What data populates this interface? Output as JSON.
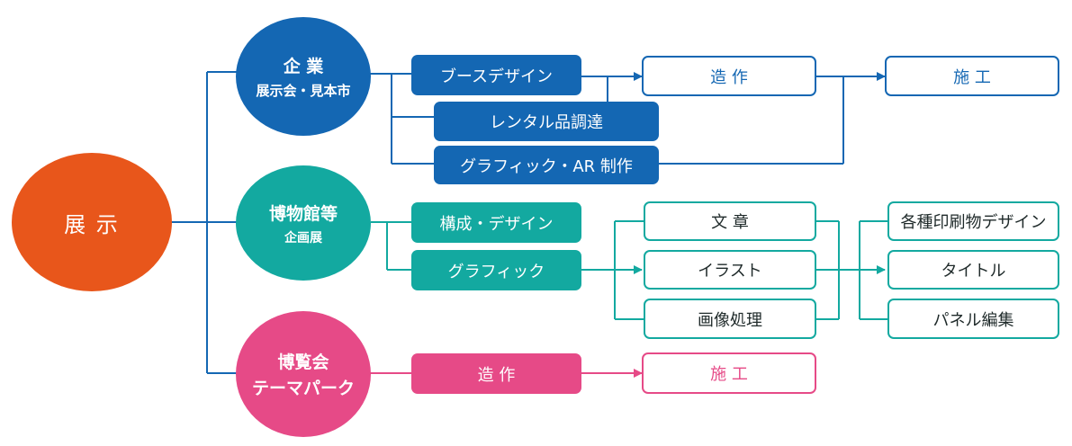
{
  "root": {
    "label": "展 示"
  },
  "categories": {
    "corporate": {
      "title": "企 業",
      "subtitle": "展示会・見本市"
    },
    "museum": {
      "title": "博物館等",
      "subtitle": "企画展"
    },
    "expo": {
      "line1": "博覧会",
      "line2": "テーマパーク"
    }
  },
  "corporate_flow": {
    "booth_design": "ブースデザイン",
    "rental": "レンタル品調達",
    "graphic_ar": "グラフィック・AR 制作",
    "fabrication": "造 作",
    "construction": "施 工"
  },
  "museum_flow": {
    "composition_design": "構成・デザイン",
    "graphic": "グラフィック",
    "text": "文 章",
    "illustration": "イラスト",
    "image_processing": "画像処理",
    "print_design": "各種印刷物デザイン",
    "title": "タイトル",
    "panel_editing": "パネル編集"
  },
  "expo_flow": {
    "fabrication": "造 作",
    "construction": "施 工"
  },
  "colors": {
    "root": "#e8561b",
    "blue": "#1467b3",
    "teal": "#13a9a0",
    "pink": "#e64a87"
  }
}
